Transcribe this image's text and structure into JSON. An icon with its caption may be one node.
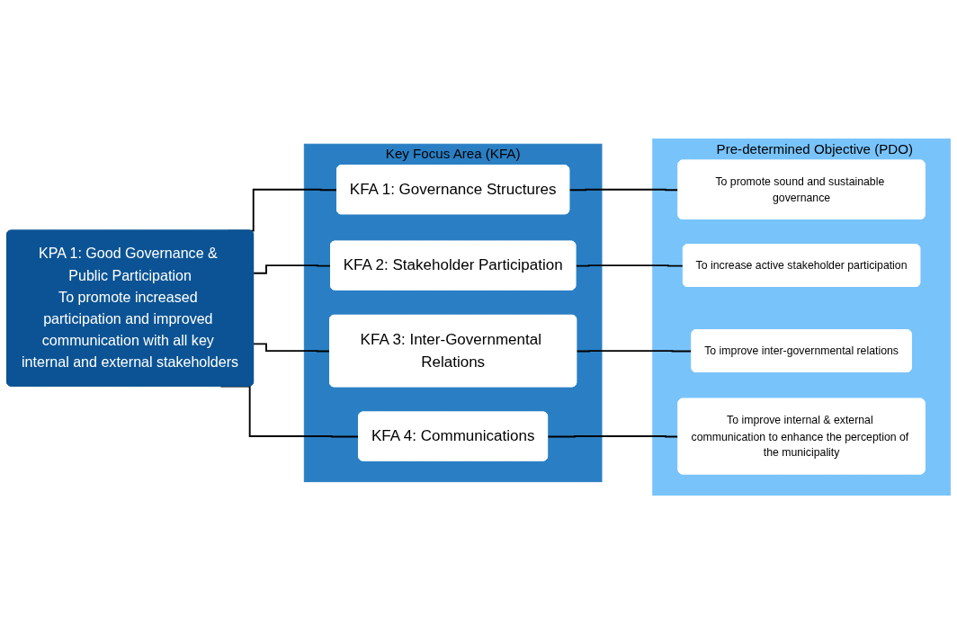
{
  "diagram": {
    "nodes": [
      {
        "text": [
          "KPA 1: Good Governance & Public Participation",
          "To promote increased participation and improved communication with all key internal and external stakeholders"
        ]
      },
      {
        "text": [
          "Key Focus Area (KFA)"
        ]
      },
      {
        "text": [
          "KFA 1: Governance Structures"
        ],
        "in": 1
      },
      {
        "text": [
          "KFA 2: Stakeholder Participation"
        ],
        "in": 1
      },
      {
        "text": [
          "KFA 3: Inter-Governmental Relations"
        ],
        "in": 1
      },
      {
        "text": [
          "KFA 4: Communications"
        ],
        "in": 1
      },
      {
        "text": [
          "Pre-determined Objective (PDO)"
        ]
      },
      {
        "text": [
          "To promote sound and sustainable governance"
        ],
        "in": 6
      },
      {
        "text": [
          "To increase active stakeholder participation"
        ],
        "in": 6
      },
      {
        "text": [
          "To improve inter-governmental relations"
        ],
        "in": 6
      },
      {
        "text": [
          "To improve internal & external communication to enhance the perception of the municipality"
        ],
        "in": 6
      }
    ],
    "edges": [
      {
        "from": 0,
        "to": 2,
        "arrow": "none"
      },
      {
        "from": 0,
        "to": 3,
        "arrow": "none"
      },
      {
        "from": 0,
        "to": 4,
        "arrow": "none"
      },
      {
        "from": 0,
        "to": 5,
        "arrow": "none"
      },
      {
        "from": 2,
        "to": 7,
        "arrow": "none"
      },
      {
        "from": 3,
        "to": 8,
        "arrow": "none"
      },
      {
        "from": 4,
        "to": 9,
        "arrow": "none"
      },
      {
        "from": 5,
        "to": 10,
        "arrow": "none"
      }
    ]
  }
}
